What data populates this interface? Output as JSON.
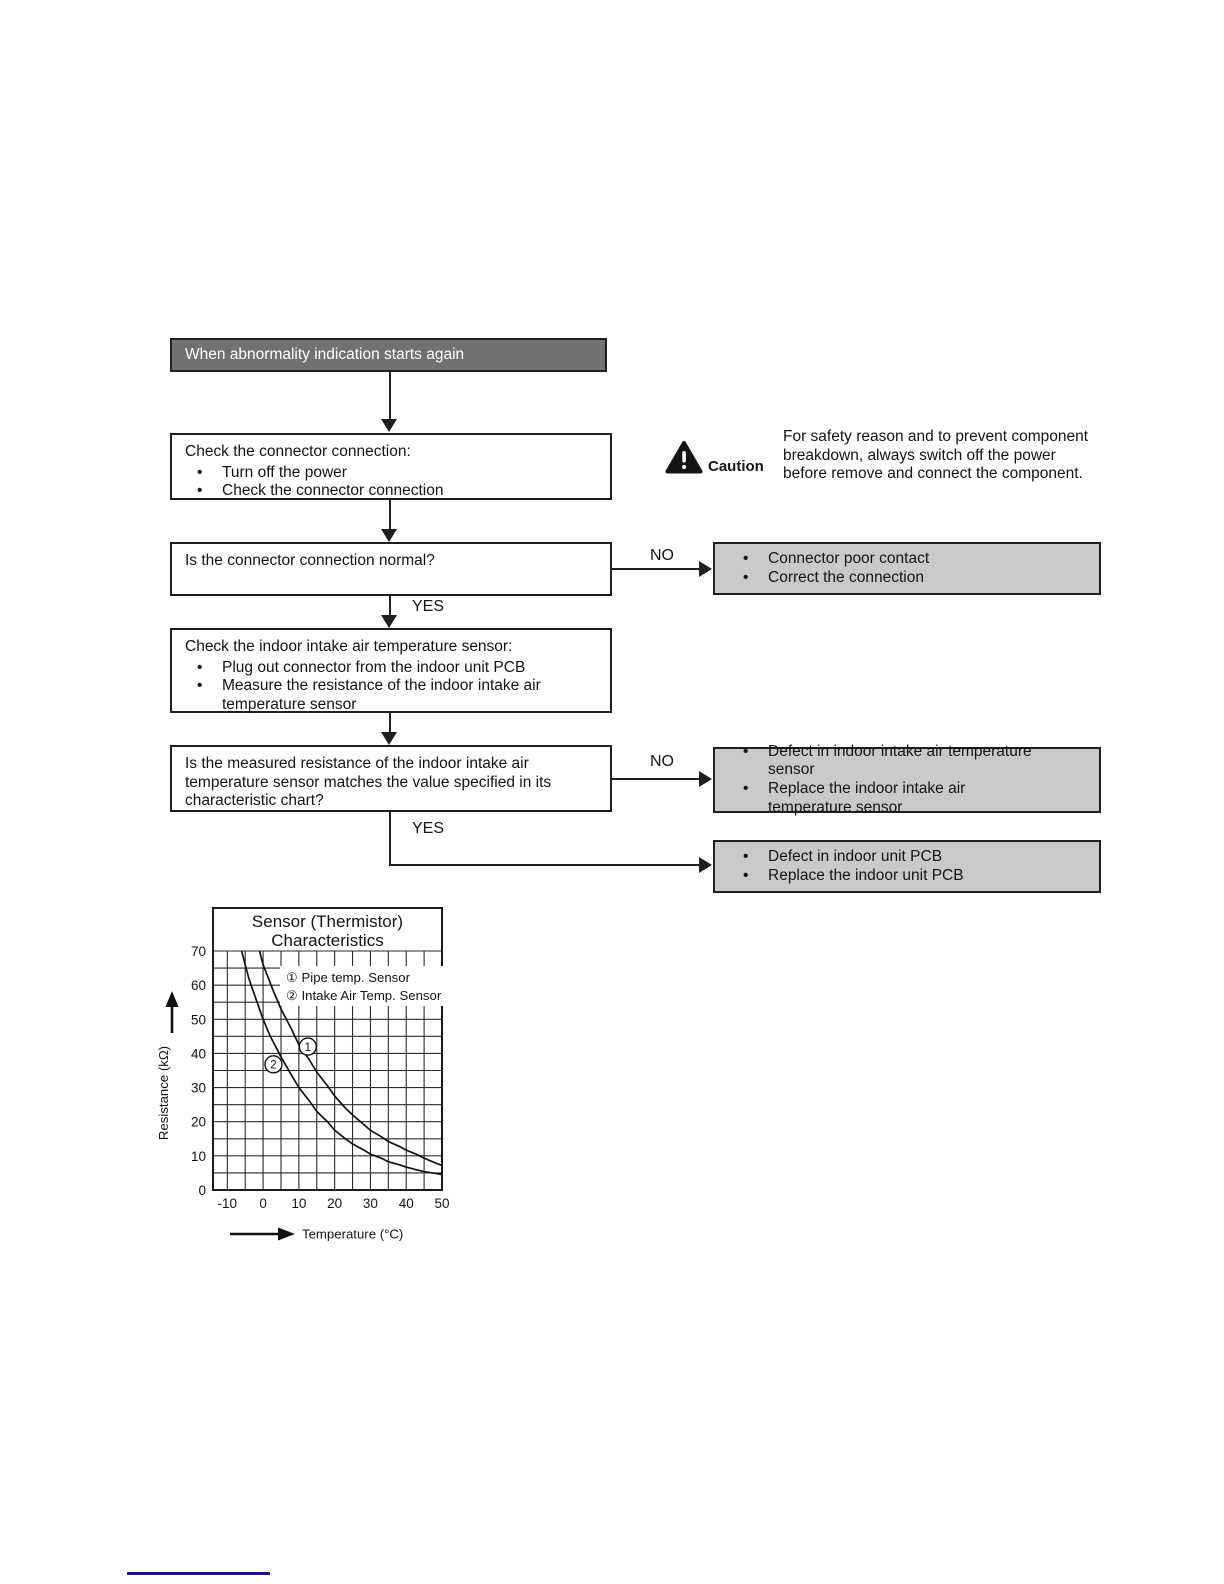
{
  "colors": {
    "header_bg": "#717171",
    "header_text": "#ffffff",
    "box_border": "#1f1f1f",
    "result_box_bg": "#c9c9c9",
    "ink": "#141414",
    "link_line": "#191094"
  },
  "flow": {
    "start_label": "When abnormality indication starts again",
    "check_connector": {
      "title": "Check the connector connection:",
      "bullets": [
        "Turn off the power",
        "Check the connector connection"
      ]
    },
    "question_connector": "Is the connector connection normal?",
    "result_connector": {
      "bullets": [
        "Connector poor contact",
        "Correct the connection"
      ]
    },
    "check_sensor": {
      "title": "Check the indoor intake air temperature sensor:",
      "bullets": [
        "Plug out connector from the indoor unit PCB",
        "Measure the resistance of the indoor intake air temperature sensor"
      ]
    },
    "question_resistance": "Is the measured resistance of the indoor intake air temperature sensor matches the value specified in its characteristic chart?",
    "result_sensor": {
      "bullets": [
        "Defect in indoor intake air temperature sensor",
        "Replace the indoor intake air temperature sensor"
      ]
    },
    "result_pcb": {
      "bullets": [
        "Defect in indoor unit PCB",
        "Replace the indoor unit PCB"
      ]
    },
    "yes_label": "YES",
    "no_label": "NO"
  },
  "caution": {
    "label": "Caution",
    "text": "For safety reason and to prevent component breakdown, always switch off the power before remove and connect the component."
  },
  "chart_data": {
    "type": "line",
    "title_lines": [
      "Sensor (Thermistor)",
      "Characteristics"
    ],
    "xlabel": "Temperature (°C)",
    "ylabel": "Resistance (kΩ)",
    "xlim": [
      -14,
      50
    ],
    "ylim": [
      0,
      70
    ],
    "x_ticks": [
      -10,
      0,
      10,
      20,
      30,
      40,
      50
    ],
    "y_ticks": [
      0,
      10,
      20,
      30,
      40,
      50,
      60,
      70
    ],
    "grid": true,
    "grid_step": 5,
    "legend_position": "top-right-inside",
    "legend": [
      "① Pipe temp. Sensor",
      "② Intake Air Temp. Sensor"
    ],
    "series": [
      {
        "name": "Pipe temp. Sensor",
        "id": "curve-pipe-temp-sensor",
        "points": [
          [
            -1,
            70
          ],
          [
            0,
            66
          ],
          [
            3,
            58
          ],
          [
            5,
            53
          ],
          [
            8,
            47
          ],
          [
            10,
            42.5
          ],
          [
            13,
            38
          ],
          [
            15,
            34.5
          ],
          [
            18,
            30.5
          ],
          [
            20,
            27.5
          ],
          [
            23,
            24
          ],
          [
            25,
            22
          ],
          [
            28,
            19.3
          ],
          [
            30,
            17.5
          ],
          [
            33,
            15.6
          ],
          [
            35,
            14.2
          ],
          [
            38,
            12.8
          ],
          [
            40,
            11.7
          ],
          [
            43,
            10.4
          ],
          [
            45,
            9.3
          ],
          [
            48,
            8
          ],
          [
            50,
            7.2
          ]
        ]
      },
      {
        "name": "Intake Air Temp. Sensor",
        "id": "curve-intake-air-temp-sensor",
        "points": [
          [
            -6,
            70
          ],
          [
            -4,
            62
          ],
          [
            -2,
            56
          ],
          [
            0,
            50
          ],
          [
            2,
            45
          ],
          [
            5,
            39
          ],
          [
            8,
            33.5
          ],
          [
            10,
            30
          ],
          [
            13,
            26
          ],
          [
            15,
            23
          ],
          [
            18,
            20
          ],
          [
            20,
            17.5
          ],
          [
            23,
            15
          ],
          [
            25,
            13.5
          ],
          [
            28,
            11.8
          ],
          [
            30,
            10.5
          ],
          [
            33,
            9.3
          ],
          [
            35,
            8.3
          ],
          [
            38,
            7.4
          ],
          [
            40,
            6.7
          ],
          [
            43,
            5.9
          ],
          [
            45,
            5.4
          ],
          [
            48,
            4.9
          ],
          [
            50,
            4.5
          ]
        ]
      }
    ],
    "curve_labels": [
      {
        "text": "1",
        "x": 12.5,
        "y": 42
      },
      {
        "text": "2",
        "x": 2.9,
        "y": 36.8
      }
    ]
  }
}
